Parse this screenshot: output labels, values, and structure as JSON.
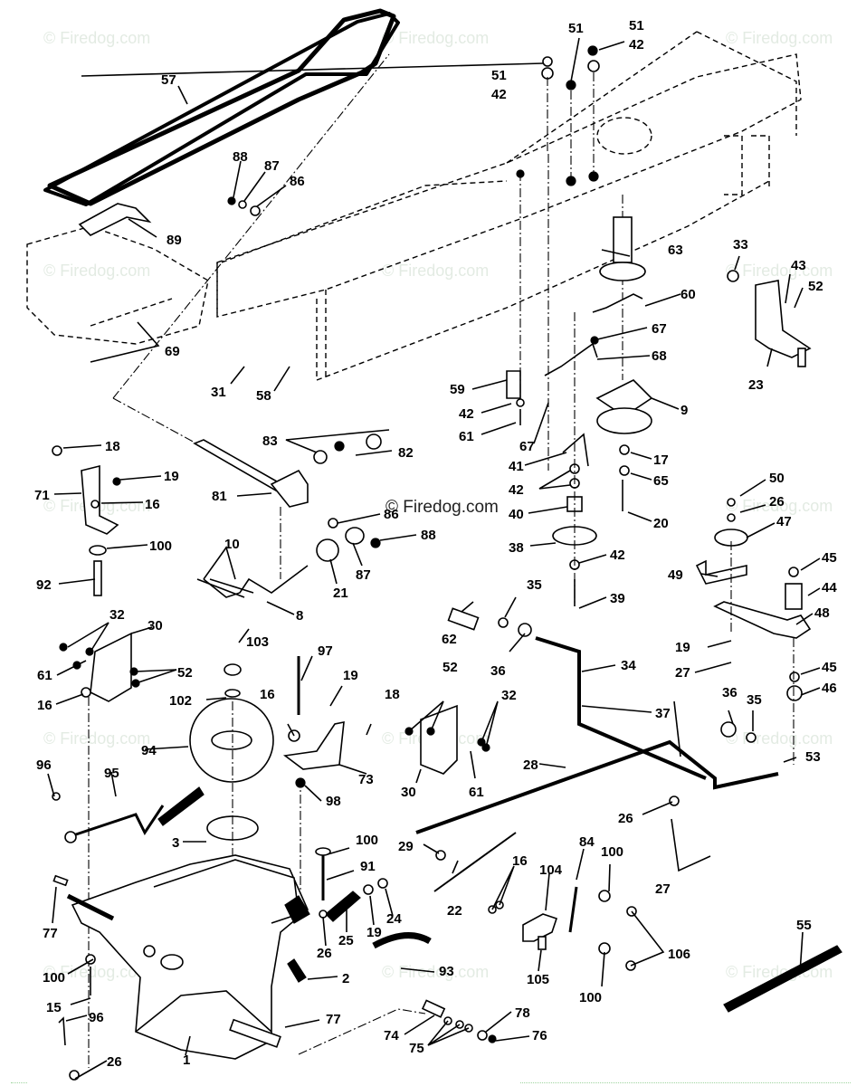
{
  "watermark": "© Firedog.com",
  "center_watermark": "© Firedog.com",
  "watermark_positions": [
    {
      "id": "wm-1"
    },
    {
      "id": "wm-2"
    },
    {
      "id": "wm-3"
    },
    {
      "id": "wm-4"
    },
    {
      "id": "wm-5"
    },
    {
      "id": "wm-6"
    },
    {
      "id": "wm-7"
    },
    {
      "id": "wm-8"
    },
    {
      "id": "wm-9"
    },
    {
      "id": "wm-10"
    },
    {
      "id": "wm-11"
    },
    {
      "id": "wm-12"
    }
  ],
  "callouts": [
    {
      "id": "c57",
      "label": "57"
    },
    {
      "id": "c88a",
      "label": "88"
    },
    {
      "id": "c87a",
      "label": "87"
    },
    {
      "id": "c86a",
      "label": "86"
    },
    {
      "id": "c89",
      "label": "89"
    },
    {
      "id": "c69",
      "label": "69"
    },
    {
      "id": "c31",
      "label": "31"
    },
    {
      "id": "c58",
      "label": "58"
    },
    {
      "id": "c51a",
      "label": "51"
    },
    {
      "id": "c51b",
      "label": "51"
    },
    {
      "id": "c51c",
      "label": "51"
    },
    {
      "id": "c42a",
      "label": "42"
    },
    {
      "id": "c42b",
      "label": "42"
    },
    {
      "id": "c63",
      "label": "63"
    },
    {
      "id": "c60",
      "label": "60"
    },
    {
      "id": "c67a",
      "label": "67"
    },
    {
      "id": "c68",
      "label": "68"
    },
    {
      "id": "c59",
      "label": "59"
    },
    {
      "id": "c42c",
      "label": "42"
    },
    {
      "id": "c61a",
      "label": "61"
    },
    {
      "id": "c67b",
      "label": "67"
    },
    {
      "id": "c9",
      "label": "9"
    },
    {
      "id": "c41",
      "label": "41"
    },
    {
      "id": "c42d",
      "label": "42"
    },
    {
      "id": "c40",
      "label": "40"
    },
    {
      "id": "c17",
      "label": "17"
    },
    {
      "id": "c65",
      "label": "65"
    },
    {
      "id": "c20",
      "label": "20"
    },
    {
      "id": "c38",
      "label": "38"
    },
    {
      "id": "c42e",
      "label": "42"
    },
    {
      "id": "c39",
      "label": "39"
    },
    {
      "id": "c33",
      "label": "33"
    },
    {
      "id": "c43",
      "label": "43"
    },
    {
      "id": "c52a",
      "label": "52"
    },
    {
      "id": "c23",
      "label": "23"
    },
    {
      "id": "c50",
      "label": "50"
    },
    {
      "id": "c26a",
      "label": "26"
    },
    {
      "id": "c47",
      "label": "47"
    },
    {
      "id": "c45a",
      "label": "45"
    },
    {
      "id": "c44",
      "label": "44"
    },
    {
      "id": "c49",
      "label": "49"
    },
    {
      "id": "c48",
      "label": "48"
    },
    {
      "id": "c19a",
      "label": "19"
    },
    {
      "id": "c27a",
      "label": "27"
    },
    {
      "id": "c45b",
      "label": "45"
    },
    {
      "id": "c46",
      "label": "46"
    },
    {
      "id": "c18a",
      "label": "18"
    },
    {
      "id": "c19b",
      "label": "19"
    },
    {
      "id": "c71",
      "label": "71"
    },
    {
      "id": "c16a",
      "label": "16"
    },
    {
      "id": "c100a",
      "label": "100"
    },
    {
      "id": "c92",
      "label": "92"
    },
    {
      "id": "c83",
      "label": "83"
    },
    {
      "id": "c82",
      "label": "82"
    },
    {
      "id": "c81",
      "label": "81"
    },
    {
      "id": "c86b",
      "label": "86"
    },
    {
      "id": "c88b",
      "label": "88"
    },
    {
      "id": "c87b",
      "label": "87"
    },
    {
      "id": "c21",
      "label": "21"
    },
    {
      "id": "c10",
      "label": "10"
    },
    {
      "id": "c8",
      "label": "8"
    },
    {
      "id": "c32a",
      "label": "32"
    },
    {
      "id": "c30a",
      "label": "30"
    },
    {
      "id": "c61b",
      "label": "61"
    },
    {
      "id": "c52b",
      "label": "52"
    },
    {
      "id": "c16b",
      "label": "16"
    },
    {
      "id": "c103",
      "label": "103"
    },
    {
      "id": "c102",
      "label": "102"
    },
    {
      "id": "c94",
      "label": "94"
    },
    {
      "id": "c97",
      "label": "97"
    },
    {
      "id": "c19c",
      "label": "19"
    },
    {
      "id": "c16c",
      "label": "16"
    },
    {
      "id": "c18b",
      "label": "18"
    },
    {
      "id": "c73",
      "label": "73"
    },
    {
      "id": "c98",
      "label": "98"
    },
    {
      "id": "c96a",
      "label": "96"
    },
    {
      "id": "c95",
      "label": "95"
    },
    {
      "id": "c3",
      "label": "3"
    },
    {
      "id": "c62",
      "label": "62"
    },
    {
      "id": "c35a",
      "label": "35"
    },
    {
      "id": "c36a",
      "label": "36"
    },
    {
      "id": "c34",
      "label": "34"
    },
    {
      "id": "c52c",
      "label": "52"
    },
    {
      "id": "c32b",
      "label": "32"
    },
    {
      "id": "c30b",
      "label": "30"
    },
    {
      "id": "c61c",
      "label": "61"
    },
    {
      "id": "c37",
      "label": "37"
    },
    {
      "id": "c36b",
      "label": "36"
    },
    {
      "id": "c35b",
      "label": "35"
    },
    {
      "id": "c53",
      "label": "53"
    },
    {
      "id": "c28",
      "label": "28"
    },
    {
      "id": "c26b",
      "label": "26"
    },
    {
      "id": "c27b",
      "label": "27"
    },
    {
      "id": "c29",
      "label": "29"
    },
    {
      "id": "c22",
      "label": "22"
    },
    {
      "id": "c16d",
      "label": "16"
    },
    {
      "id": "c104",
      "label": "104"
    },
    {
      "id": "c84",
      "label": "84"
    },
    {
      "id": "c100b",
      "label": "100"
    },
    {
      "id": "c106",
      "label": "106"
    },
    {
      "id": "c105",
      "label": "105"
    },
    {
      "id": "c100c",
      "label": "100"
    },
    {
      "id": "c55",
      "label": "55"
    },
    {
      "id": "c100d",
      "label": "100"
    },
    {
      "id": "c91",
      "label": "91"
    },
    {
      "id": "c25",
      "label": "25"
    },
    {
      "id": "c19d",
      "label": "19"
    },
    {
      "id": "c24",
      "label": "24"
    },
    {
      "id": "c26c",
      "label": "26"
    },
    {
      "id": "c77a",
      "label": "77"
    },
    {
      "id": "c100e",
      "label": "100"
    },
    {
      "id": "c15",
      "label": "15"
    },
    {
      "id": "c96b",
      "label": "96"
    },
    {
      "id": "c26d",
      "label": "26"
    },
    {
      "id": "c1",
      "label": "1"
    },
    {
      "id": "c2",
      "label": "2"
    },
    {
      "id": "c77b",
      "label": "77"
    },
    {
      "id": "c93",
      "label": "93"
    },
    {
      "id": "c74",
      "label": "74"
    },
    {
      "id": "c75",
      "label": "75"
    },
    {
      "id": "c78",
      "label": "78"
    },
    {
      "id": "c76",
      "label": "76"
    }
  ]
}
